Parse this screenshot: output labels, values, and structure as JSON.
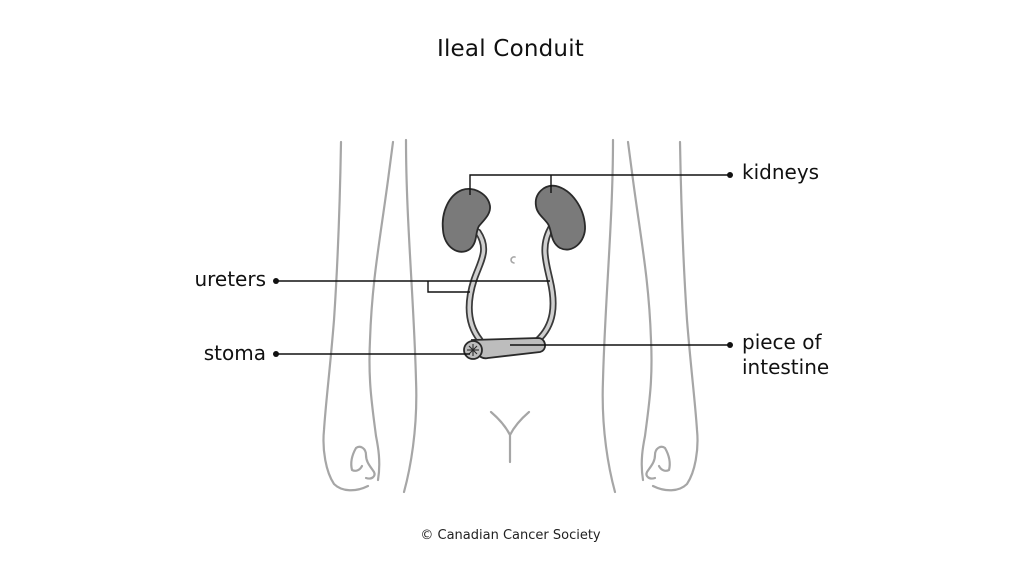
{
  "title": "Ileal Conduit",
  "labels": {
    "kidneys": "kidneys",
    "ureters": "ureters",
    "stoma": "stoma",
    "intestine_line1": "piece of",
    "intestine_line2": "intestine"
  },
  "credit": "© Canadian Cancer Society",
  "colors": {
    "body_outline": "#a6a6a6",
    "organ_fill": "#7a7a7a",
    "intestine_fill": "#bdbdbd",
    "leader_line": "#111111"
  }
}
